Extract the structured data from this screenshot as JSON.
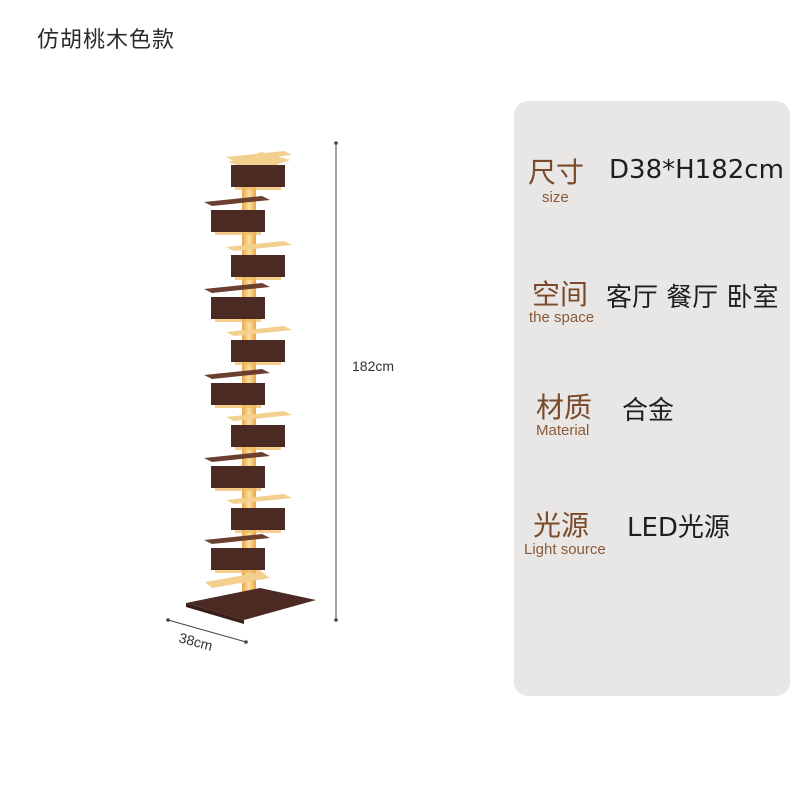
{
  "title": "仿胡桃木色款",
  "dimensions": {
    "height_label": "182cm",
    "width_label": "38cm"
  },
  "specs": [
    {
      "cn": "尺寸",
      "en": "size",
      "value": "D38*H182cm"
    },
    {
      "cn": "空间",
      "en": "the space",
      "value": "客厅 餐厅 卧室"
    },
    {
      "cn": "材质",
      "en": "Material",
      "value": "合金"
    },
    {
      "cn": "光源",
      "en": "Light source",
      "value": "LED光源"
    }
  ],
  "colors": {
    "wood": "#4a2a22",
    "glow": "#f3c77a",
    "panel": "#e8e7e5",
    "accent": "#7a4a2c"
  }
}
